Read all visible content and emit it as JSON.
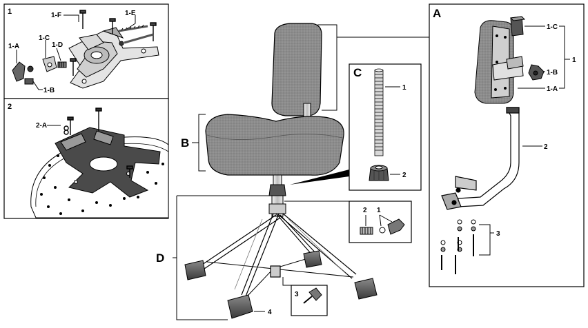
{
  "panel_1": {
    "number": "1",
    "labels": {
      "f": "1-F",
      "e": "1-E",
      "c": "1-C",
      "d": "1-D",
      "a": "1-A",
      "b": "1-B"
    }
  },
  "panel_2": {
    "number": "2",
    "labels": {
      "a": "2-A"
    }
  },
  "section_a": {
    "letter": "A",
    "labels": {
      "c": "1-C",
      "b": "1-B",
      "a": "1-A",
      "group": "1",
      "arm": "2",
      "screws": "3"
    }
  },
  "section_b": {
    "letter": "B"
  },
  "section_c": {
    "letter": "C",
    "labels": {
      "spindle": "1",
      "nut": "2"
    }
  },
  "section_d": {
    "letter": "D",
    "labels": {
      "bolt": "1",
      "spring": "2",
      "wing_bolt": "3",
      "foot": "4"
    }
  }
}
